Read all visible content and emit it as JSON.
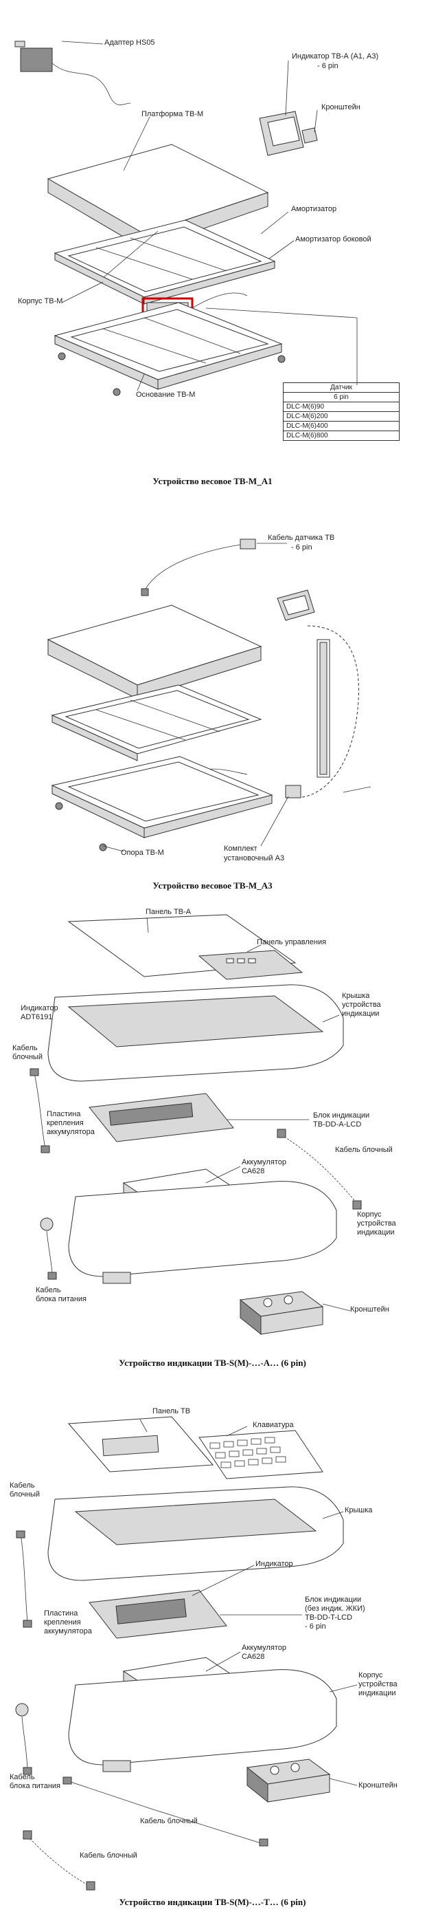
{
  "panel1": {
    "labels": {
      "adapter": "Адаптер HS05",
      "indicator": "Индикатор ТВ-А (А1, А3)",
      "indicator_pin": "- 6 pin",
      "bracket": "Кронштейн",
      "platform": "Платформа ТВ-М",
      "shock": "Амортизатор",
      "shock_side": "Амортизатор боковой",
      "body": "Корпус ТВ-М",
      "base": "Основание ТВ-М"
    },
    "sensor_table": {
      "title": "Датчик",
      "pin": "6 pin",
      "models": [
        "DLC-M(6)90",
        "DLC-M(6)200",
        "DLC-M(6)400",
        "DLC-M(6)800"
      ]
    },
    "caption": "Устройство весовое ТВ-М_А1"
  },
  "panel2": {
    "labels": {
      "sensor_cable": "Кабель датчика ТВ",
      "sensor_cable_pin": "- 6 pin",
      "support": "Опора ТВ-М",
      "kit": "Комплект",
      "kit2": "установочный А3"
    },
    "caption": "Устройство весовое ТВ-М_А3"
  },
  "panel3": {
    "labels": {
      "panel_tva": "Панель ТВ-А",
      "control_panel": "Панель управления",
      "indicator": "Индикатор",
      "indicator2": "ADT6191",
      "cover": "Крышка",
      "cover2": "устройства",
      "cover3": "индикации",
      "cable_block": "Кабель",
      "cable_block2": "блочный",
      "indication_block": "Блок индикации",
      "indication_block2": "TB-DD-A-LCD",
      "battery_plate": "Пластина",
      "battery_plate2": "крепления",
      "battery_plate3": "аккумулятора",
      "battery": "Аккумулятор",
      "battery2": "СА628",
      "cable_block_r": "Кабель блочный",
      "case": "Корпус",
      "case2": "устройства",
      "case3": "индикации",
      "power_cable": "Кабель",
      "power_cable2": "блока питания",
      "bracket": "Кронштейн"
    },
    "caption": "Устройство индикации ТВ-S(M)-…-A… (6 pin)"
  },
  "panel4": {
    "labels": {
      "panel_tv": "Панель ТВ",
      "keyboard": "Клавиатура",
      "cable_block": "Кабель",
      "cable_block2": "блочный",
      "cover": "Крышка",
      "indicator": "Индикатор",
      "indication_block": "Блок индикации",
      "indication_block2": "(без индик. ЖКИ)",
      "indication_block3": "TB-DD-T-LCD",
      "indication_block4": "- 6 pin",
      "battery_plate": "Пластина",
      "battery_plate2": "крепления",
      "battery_plate3": "аккумулятора",
      "battery": "Аккумулятор",
      "battery2": "СА628",
      "case": "Корпус",
      "case2": "устройства",
      "case3": "индикации",
      "power_cable": "Кабель",
      "power_cable2": "блока питания",
      "bracket": "Кронштейн",
      "cable_block_mid": "Кабель блочный",
      "cable_block_bot": "Кабель блочный"
    },
    "caption": "Устройство индикации ТВ-S(M)-…-T… (6 pin)"
  }
}
